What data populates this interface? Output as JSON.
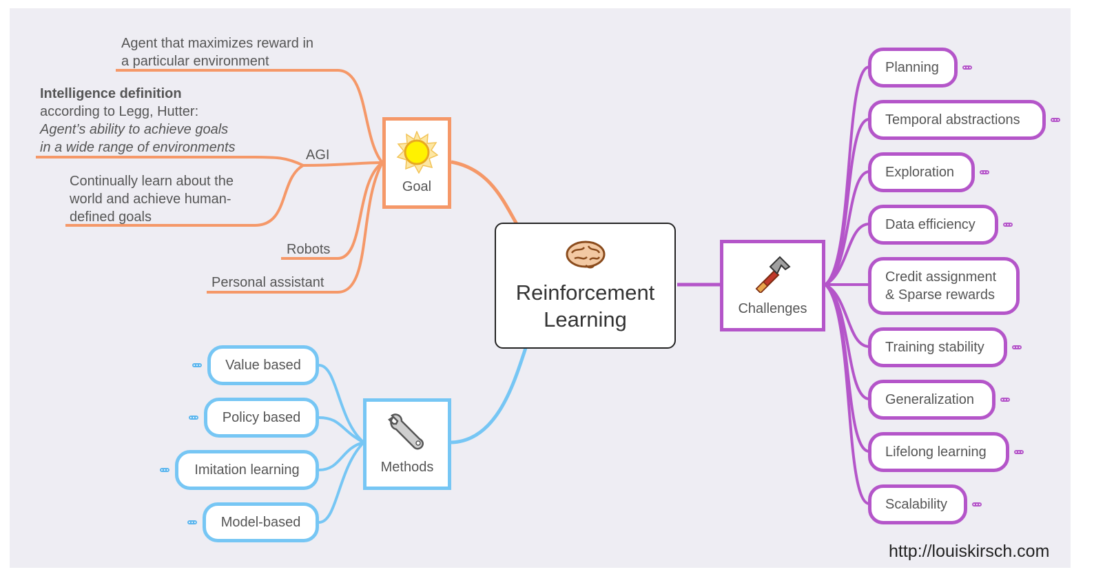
{
  "center": {
    "title_line1": "Reinforcement",
    "title_line2": "Learning",
    "icon": "brain-icon"
  },
  "goal": {
    "label": "Goal",
    "icon": "sun-icon",
    "agi_label": "AGI",
    "agent_text_line1": "Agent that maximizes reward in",
    "agent_text_line2": "a particular environment",
    "intel_bold": "Intelligence definition",
    "intel_line2": "according to Legg, Hutter:",
    "intel_line3": "Agent’s ability to achieve goals",
    "intel_line4": "in a wide range of environments",
    "cont_line1": "Continually learn about the",
    "cont_line2": "world and achieve human-",
    "cont_line3": "defined goals",
    "robots": "Robots",
    "assistant": "Personal assistant",
    "color": "#f59868"
  },
  "methods": {
    "label": "Methods",
    "icon": "wrench-icon",
    "color": "#76c6f4",
    "items": [
      "Value based",
      "Policy based",
      "Imitation learning",
      "Model-based"
    ]
  },
  "challenges": {
    "label": "Challenges",
    "icon": "hammer-icon",
    "color": "#b455c9",
    "items": [
      "Planning",
      "Temporal abstractions",
      "Exploration",
      "Data efficiency",
      "Credit assignment",
      "& Sparse rewards",
      "Training stability",
      "Generalization",
      "Lifelong learning",
      "Scalability"
    ]
  },
  "footer": {
    "url": "http://louiskirsch.com"
  }
}
